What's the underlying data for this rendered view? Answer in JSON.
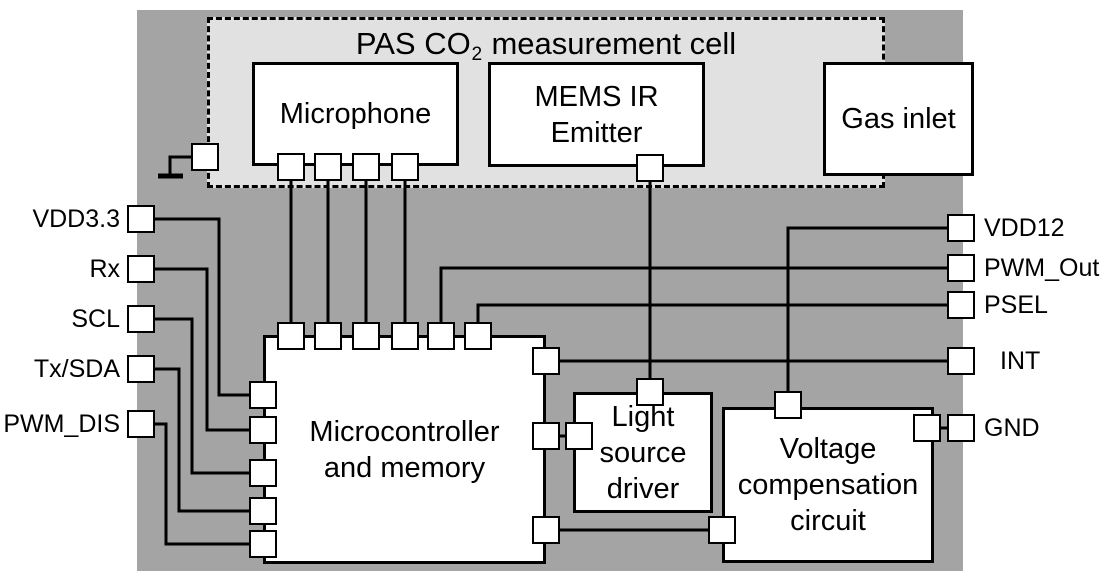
{
  "colors": {
    "board_bg": "#a4a4a4",
    "cell_bg": "#e1e1e1",
    "block_bg": "#ffffff",
    "wire": "#000000"
  },
  "measurement_cell": {
    "title_prefix": "PAS CO",
    "title_sub": "2",
    "title_suffix": "measurement cell"
  },
  "blocks": {
    "microphone": "Microphone",
    "mems_ir_emitter": "MEMS IR\nEmitter",
    "gas_inlet": "Gas inlet",
    "microcontroller": "Microcontroller\nand memory",
    "light_source_driver": "Light\nsource\ndriver",
    "voltage_compensation": "Voltage\ncompensation\ncircuit"
  },
  "pins": {
    "left": [
      "VDD3.3",
      "Rx",
      "SCL",
      "Tx/SDA",
      "PWM_DIS"
    ],
    "right": [
      "VDD12",
      "PWM_Out",
      "PSEL",
      "INT",
      "GND"
    ]
  }
}
